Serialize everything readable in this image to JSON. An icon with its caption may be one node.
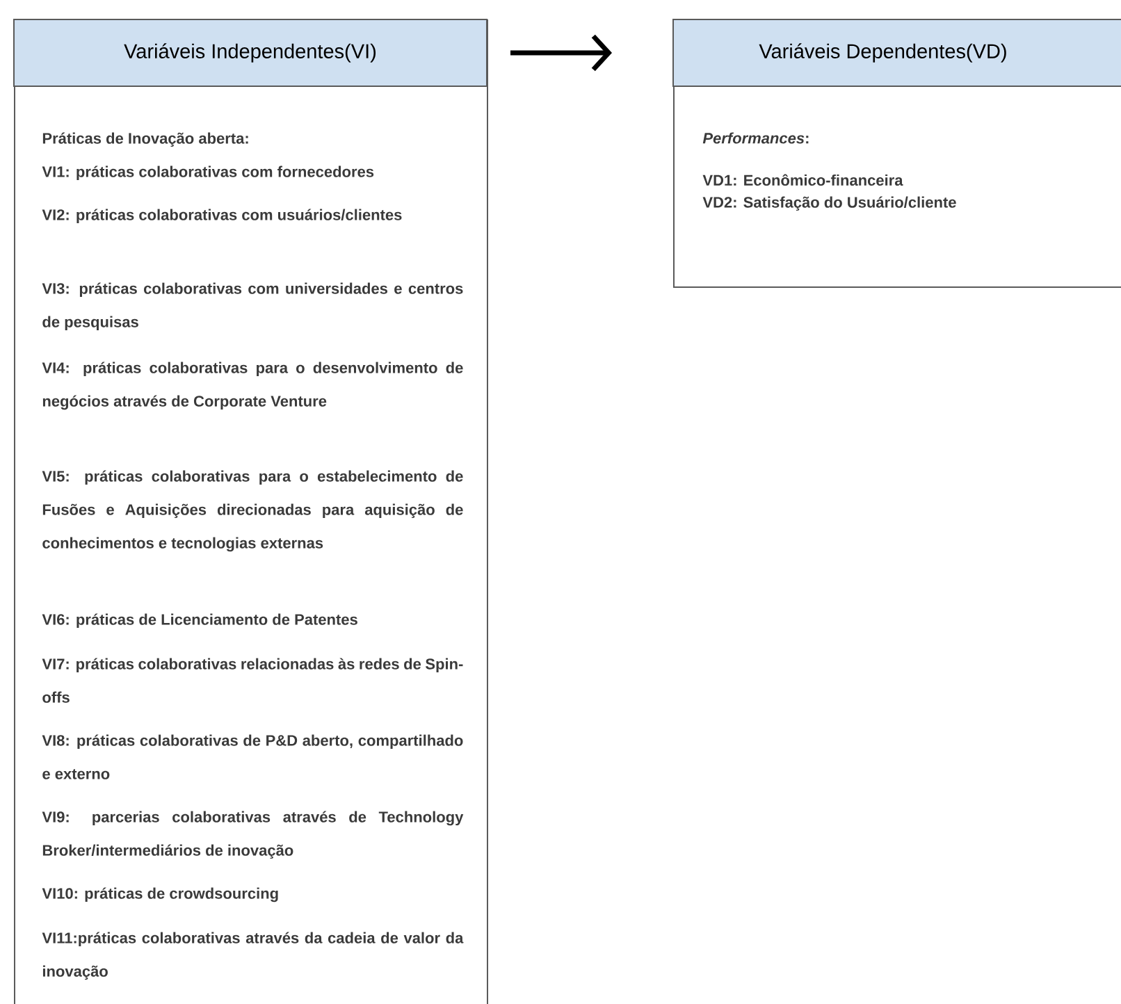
{
  "diagram": {
    "nodes": [
      {
        "text": [
          "Variáveis Independentes(VI)",
          "Práticas de Inovação aberta:",
          "VI1: práticas colaborativas com fornecedores",
          "VI2: práticas colaborativas com usuários/clientes",
          "VI3: práticas colaborativas com universidades e centros de pesquisas",
          "VI4: práticas colaborativas para o desenvolvimento de negócios através de Corporate Venture",
          "VI5: práticas colaborativas para o estabelecimento de Fusões e Aquisições direcionadas para aquisição de conhecimentos e tecnologias externas",
          "VI6: práticas de Licenciamento de Patentes",
          "VI7: práticas colaborativas relacionadas às redes de Spin-offs",
          "VI8: práticas colaborativas de P&D aberto, compartilhado e externo",
          "VI9: parcerias colaborativas através de Technology Broker/intermediários de inovação",
          "VI10: práticas de crowdsourcing",
          "VI11:práticas colaborativas através da cadeia de valor da inovação"
        ]
      },
      {
        "text": [
          "Variáveis Dependentes(VD)",
          "*Performances*:",
          "VD1: Econômico-financeira",
          "VD2: Satisfação do Usuário/cliente"
        ]
      }
    ],
    "edges": [
      {
        "from": 0,
        "to": 1,
        "arrow": "to"
      }
    ]
  }
}
